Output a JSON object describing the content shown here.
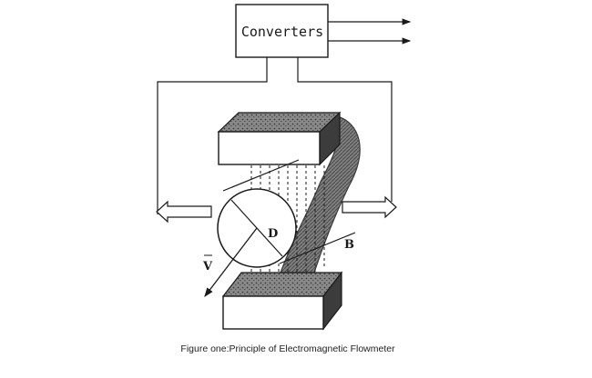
{
  "converter_label": "Converters",
  "diameter_label": "D",
  "velocity_label": "V",
  "field_label": "B",
  "caption": "Figure one:Principle of Electromagnetic Flowmeter"
}
